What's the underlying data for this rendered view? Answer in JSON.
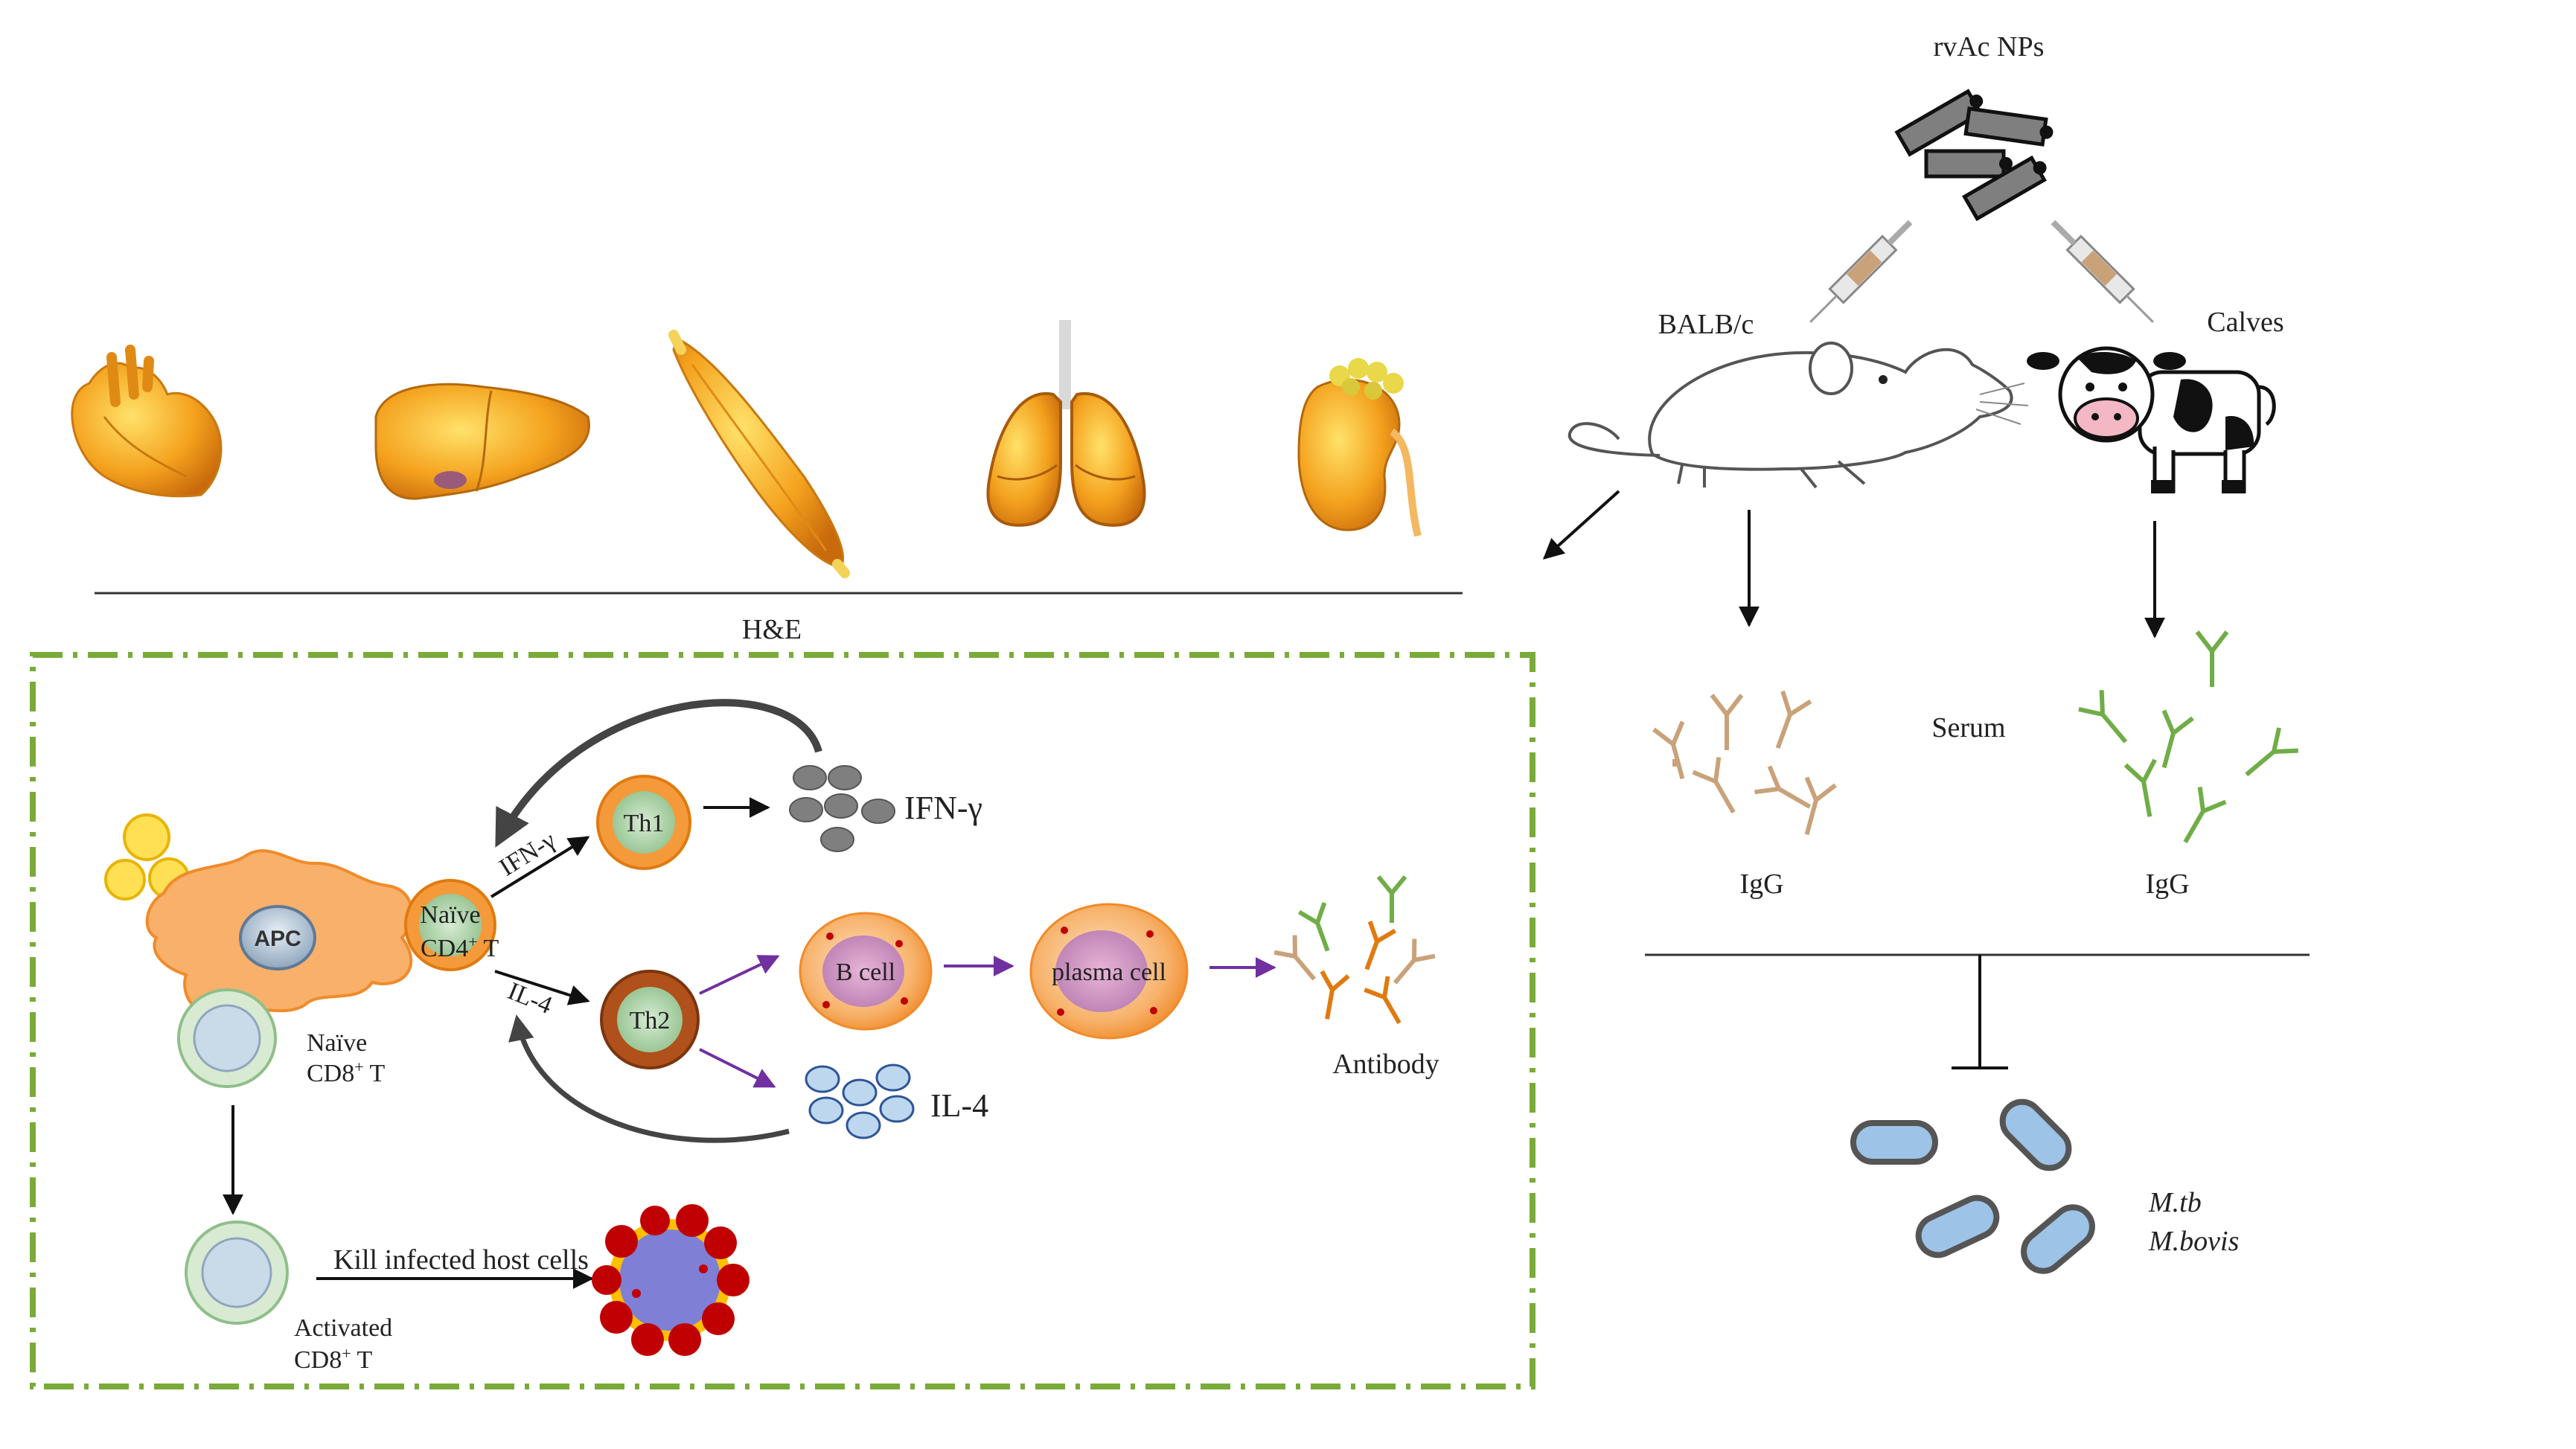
{
  "top": {
    "nanoparticles": "rvAc NPs",
    "mouse_strain": "BALB/c",
    "calves": "Calves",
    "histology": "H&E",
    "serum": "Serum",
    "igg_left": "IgG",
    "igg_right": "IgG",
    "pathogen_1": "M.tb",
    "pathogen_2": "M.bovis"
  },
  "immune": {
    "apc": "APC",
    "naive_cd4_line1": "Naïve",
    "naive_cd4_line2": "CD4",
    "naive_cd4_sup": "+",
    "naive_cd4_suffix": " T",
    "th1": "Th1",
    "th2": "Th2",
    "ifn_arrow": "IFN-γ",
    "ifn_cytokine": "IFN-γ",
    "il4_arrow": "IL-4",
    "il4_cytokine": "IL-4",
    "b_cell": "B cell",
    "plasma_cell": "plasma cell",
    "antibody": "Antibody",
    "naive_cd8_line1": "Naïve",
    "naive_cd8_line2": "CD8",
    "naive_cd8_sup": "+",
    "naive_cd8_suffix": " T",
    "kill": "Kill infected host cells",
    "activated_line1": "Activated",
    "activated_line2": "CD8",
    "activated_sup": "+",
    "activated_suffix": " T"
  },
  "colors": {
    "dash_border": "#7aab3a",
    "purple_arrow": "#7030a0",
    "bacteria_fill": "#9dc3e6",
    "igg_green": "#70ad47",
    "igg_tan": "#c9a27a"
  }
}
